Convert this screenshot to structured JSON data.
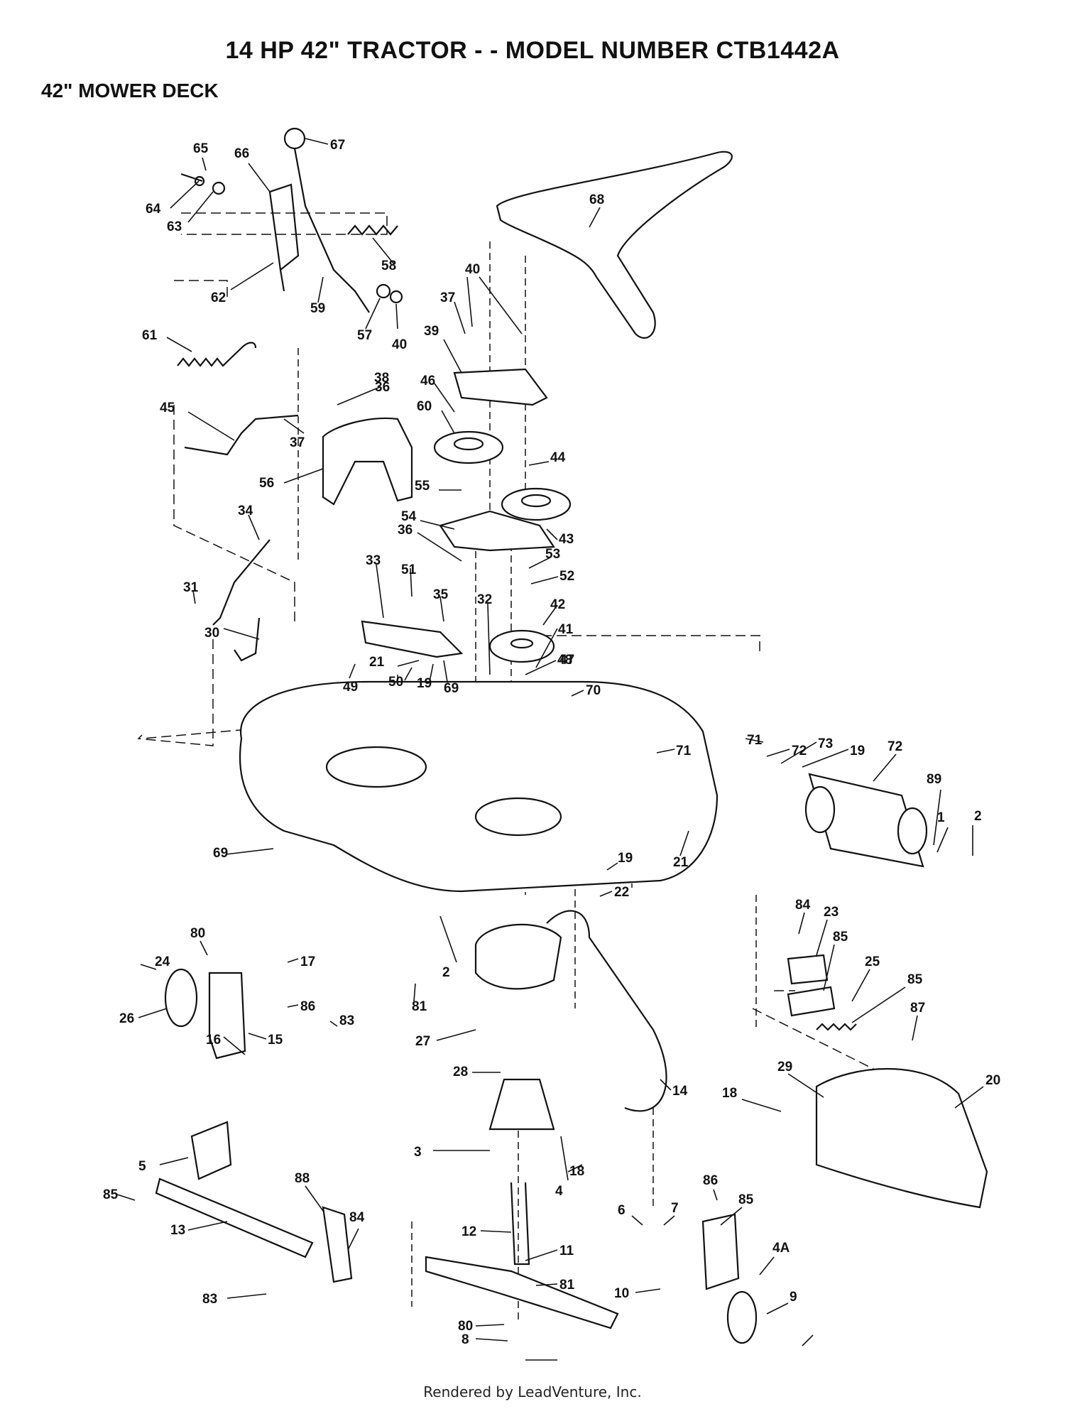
{
  "title": "14 HP 42\" TRACTOR - - MODEL NUMBER CTB1442A",
  "subtitle": "42\" MOWER DECK",
  "footer": "Rendered by LeadVenture, Inc.",
  "callouts": [
    {
      "id": "c65",
      "text": "65"
    },
    {
      "id": "c66",
      "text": "66"
    },
    {
      "id": "c67",
      "text": "67"
    },
    {
      "id": "c64",
      "text": "64"
    },
    {
      "id": "c63",
      "text": "63"
    },
    {
      "id": "c68",
      "text": "68"
    },
    {
      "id": "c58",
      "text": "58"
    },
    {
      "id": "c62",
      "text": "62"
    },
    {
      "id": "c59",
      "text": "59"
    },
    {
      "id": "c57",
      "text": "57"
    },
    {
      "id": "c40a",
      "text": "40"
    },
    {
      "id": "c40b",
      "text": "40"
    },
    {
      "id": "c37a",
      "text": "37"
    },
    {
      "id": "c61",
      "text": "61"
    },
    {
      "id": "c39",
      "text": "39"
    },
    {
      "id": "c38",
      "text": "38"
    },
    {
      "id": "c46",
      "text": "46"
    },
    {
      "id": "c36a",
      "text": "36"
    },
    {
      "id": "c60",
      "text": "60"
    },
    {
      "id": "c45",
      "text": "45"
    },
    {
      "id": "c37b",
      "text": "37"
    },
    {
      "id": "c44",
      "text": "44"
    },
    {
      "id": "c56",
      "text": "56"
    },
    {
      "id": "c55",
      "text": "55"
    },
    {
      "id": "c54",
      "text": "54"
    },
    {
      "id": "c36b",
      "text": "36"
    },
    {
      "id": "c43",
      "text": "43"
    },
    {
      "id": "c34",
      "text": "34"
    },
    {
      "id": "c53",
      "text": "53"
    },
    {
      "id": "c33",
      "text": "33"
    },
    {
      "id": "c52",
      "text": "52"
    },
    {
      "id": "c51",
      "text": "51"
    },
    {
      "id": "c35",
      "text": "35"
    },
    {
      "id": "c32",
      "text": "32"
    },
    {
      "id": "c42",
      "text": "42"
    },
    {
      "id": "c31",
      "text": "31"
    },
    {
      "id": "c41",
      "text": "41"
    },
    {
      "id": "c30",
      "text": "30"
    },
    {
      "id": "c48",
      "text": "48"
    },
    {
      "id": "c47",
      "text": "47"
    },
    {
      "id": "c21a",
      "text": "21"
    },
    {
      "id": "c49",
      "text": "49"
    },
    {
      "id": "c50",
      "text": "50"
    },
    {
      "id": "c19a",
      "text": "19"
    },
    {
      "id": "c69a",
      "text": "69"
    },
    {
      "id": "c70",
      "text": "70"
    },
    {
      "id": "c71a",
      "text": "71"
    },
    {
      "id": "c72a",
      "text": "72"
    },
    {
      "id": "c73",
      "text": "73"
    },
    {
      "id": "c19b",
      "text": "19"
    },
    {
      "id": "c72b",
      "text": "72"
    },
    {
      "id": "c71b",
      "text": "71"
    },
    {
      "id": "c89",
      "text": "89"
    },
    {
      "id": "c1",
      "text": "1"
    },
    {
      "id": "c2a",
      "text": "2"
    },
    {
      "id": "c69b",
      "text": "69"
    },
    {
      "id": "c19c",
      "text": "19"
    },
    {
      "id": "c21b",
      "text": "21"
    },
    {
      "id": "c22",
      "text": "22"
    },
    {
      "id": "c84a",
      "text": "84"
    },
    {
      "id": "c23",
      "text": "23"
    },
    {
      "id": "c80a",
      "text": "80"
    },
    {
      "id": "c85a",
      "text": "85"
    },
    {
      "id": "c24",
      "text": "24"
    },
    {
      "id": "c17",
      "text": "17"
    },
    {
      "id": "c25",
      "text": "25"
    },
    {
      "id": "c2b",
      "text": "2"
    },
    {
      "id": "c85b",
      "text": "85"
    },
    {
      "id": "c81a",
      "text": "81"
    },
    {
      "id": "c86a",
      "text": "86"
    },
    {
      "id": "c26",
      "text": "26"
    },
    {
      "id": "c83a",
      "text": "83"
    },
    {
      "id": "c87",
      "text": "87"
    },
    {
      "id": "c16",
      "text": "16"
    },
    {
      "id": "c15",
      "text": "15"
    },
    {
      "id": "c27",
      "text": "27"
    },
    {
      "id": "c28",
      "text": "28"
    },
    {
      "id": "c20",
      "text": "20"
    },
    {
      "id": "c29",
      "text": "29"
    },
    {
      "id": "c14",
      "text": "14"
    },
    {
      "id": "c18a",
      "text": "18"
    },
    {
      "id": "c3",
      "text": "3"
    },
    {
      "id": "c18b",
      "text": "18"
    },
    {
      "id": "c5",
      "text": "5"
    },
    {
      "id": "c4",
      "text": "4"
    },
    {
      "id": "c85c",
      "text": "85"
    },
    {
      "id": "c88",
      "text": "88"
    },
    {
      "id": "c86b",
      "text": "86"
    },
    {
      "id": "c85d",
      "text": "85"
    },
    {
      "id": "c6",
      "text": "6"
    },
    {
      "id": "c7",
      "text": "7"
    },
    {
      "id": "c13",
      "text": "13"
    },
    {
      "id": "c84b",
      "text": "84"
    },
    {
      "id": "c12",
      "text": "12"
    },
    {
      "id": "c4A",
      "text": "4A"
    },
    {
      "id": "c11",
      "text": "11"
    },
    {
      "id": "c83b",
      "text": "83"
    },
    {
      "id": "c81b",
      "text": "81"
    },
    {
      "id": "c10",
      "text": "10"
    },
    {
      "id": "c9",
      "text": "9"
    },
    {
      "id": "c80b",
      "text": "80"
    },
    {
      "id": "c8",
      "text": "8"
    }
  ]
}
